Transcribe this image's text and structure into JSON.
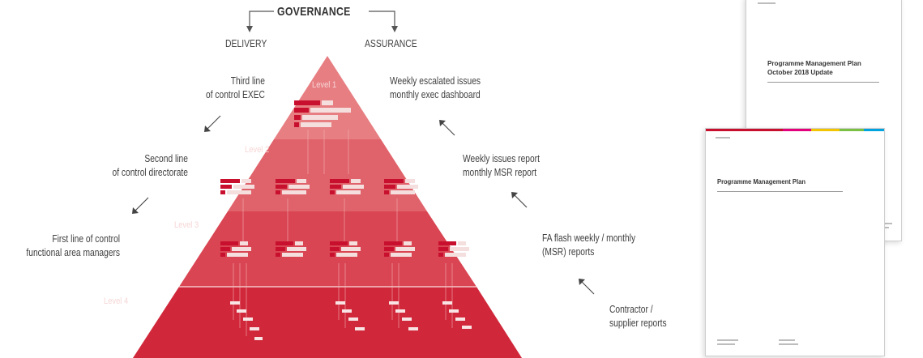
{
  "header": {
    "governance": "GOVERNANCE",
    "delivery": "DELIVERY",
    "assurance": "ASSURANCE"
  },
  "levels": [
    "Level 1",
    "Level 2",
    "Level 3",
    "Level 4"
  ],
  "left_labels": [
    {
      "line1": "Third line",
      "line2": "of control EXEC"
    },
    {
      "line1": "Second line",
      "line2": "of control directorate"
    },
    {
      "line1": "First line of control",
      "line2": "functional area managers"
    }
  ],
  "right_labels": [
    {
      "line1": "Weekly escalated issues",
      "line2": "monthly exec dashboard"
    },
    {
      "line1": "Weekly issues report",
      "line2": "monthly MSR report"
    },
    {
      "line1": "FA flash weekly / monthly",
      "line2": "(MSR) reports"
    },
    {
      "line1": "Contractor /",
      "line2": "supplier reports"
    }
  ],
  "documents": [
    {
      "title_line1": "Programme Management Plan",
      "title_line2": "October 2018 Update"
    },
    {
      "title_line1": "Programme Management Plan",
      "title_line2": ""
    }
  ],
  "colors": {
    "level1": "#e77e82",
    "level2": "#e0626a",
    "level3": "#d94552",
    "level4": "#d0283a",
    "bar_red": "#c8102e",
    "bar_light": "#f4dede"
  }
}
